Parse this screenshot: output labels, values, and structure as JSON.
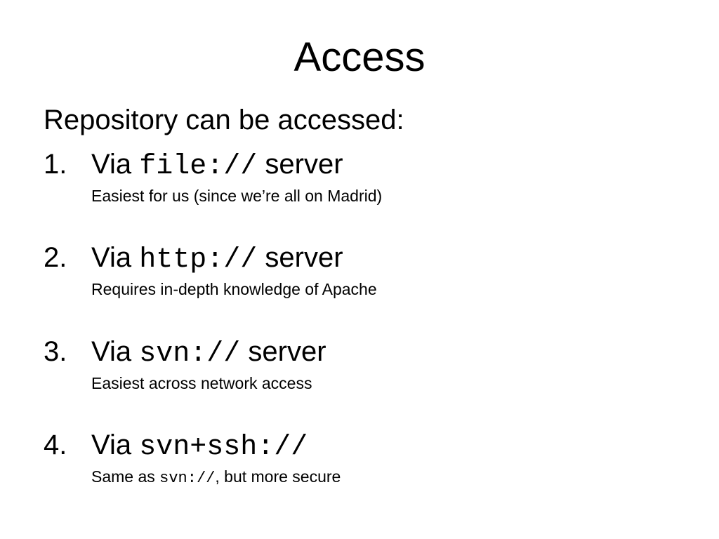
{
  "slide": {
    "title": "Access",
    "intro": "Repository can be accessed:",
    "items": [
      {
        "number": "1.",
        "prefix": "Via",
        "protocol": "file://",
        "suffix": "server",
        "detail": "Easiest for us (since we’re all on Madrid)"
      },
      {
        "number": "2.",
        "prefix": "Via",
        "protocol": "http://",
        "suffix": "server",
        "detail": "Requires in-depth knowledge of Apache"
      },
      {
        "number": "3.",
        "prefix": "Via",
        "protocol": "svn://",
        "suffix": "server",
        "detail": "Easiest across network access"
      },
      {
        "number": "4.",
        "prefix": "Via",
        "protocol": "svn+ssh://",
        "suffix": "",
        "detail_prefix": "Same as",
        "detail_code": "svn://",
        "detail_suffix": ", but more secure"
      }
    ]
  }
}
